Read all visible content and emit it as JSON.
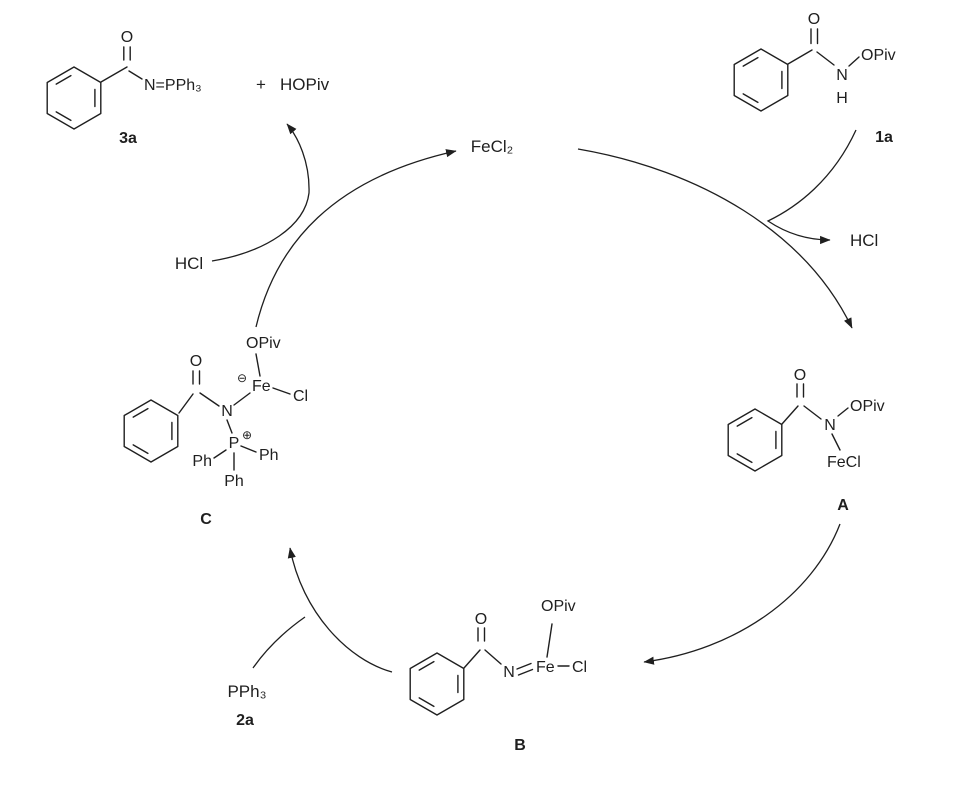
{
  "scheme": {
    "product_3a": {
      "carbonyl_o": "O",
      "n_pph3": "N=PPh₃",
      "label": "3a",
      "plus": "+",
      "byproduct": "HOPiv"
    },
    "catalyst": {
      "formula": "FeCl₂"
    },
    "substrate_1a": {
      "carbonyl_o": "O",
      "opiv": "OPiv",
      "n": "N",
      "h": "H",
      "label": "1a"
    },
    "hcl_released": "HCl",
    "hcl_added": "HCl",
    "intermediate_a": {
      "carbonyl_o": "O",
      "opiv": "OPiv",
      "n": "N",
      "fecl": "FeCl",
      "label": "A"
    },
    "intermediate_b": {
      "carbonyl_o": "O",
      "opiv": "OPiv",
      "n": "N",
      "fe": "Fe",
      "cl": "Cl",
      "label": "B"
    },
    "reagent_2a": {
      "formula": "PPh₃",
      "label": "2a"
    },
    "intermediate_c": {
      "carbonyl_o": "O",
      "opiv": "OPiv",
      "minus_charge": "⊖",
      "fe": "Fe",
      "cl": "Cl",
      "n": "N",
      "p": "P",
      "plus_charge": "⊕",
      "ph_left": "Ph",
      "ph_right": "Ph",
      "ph_bottom": "Ph",
      "label": "C"
    }
  }
}
